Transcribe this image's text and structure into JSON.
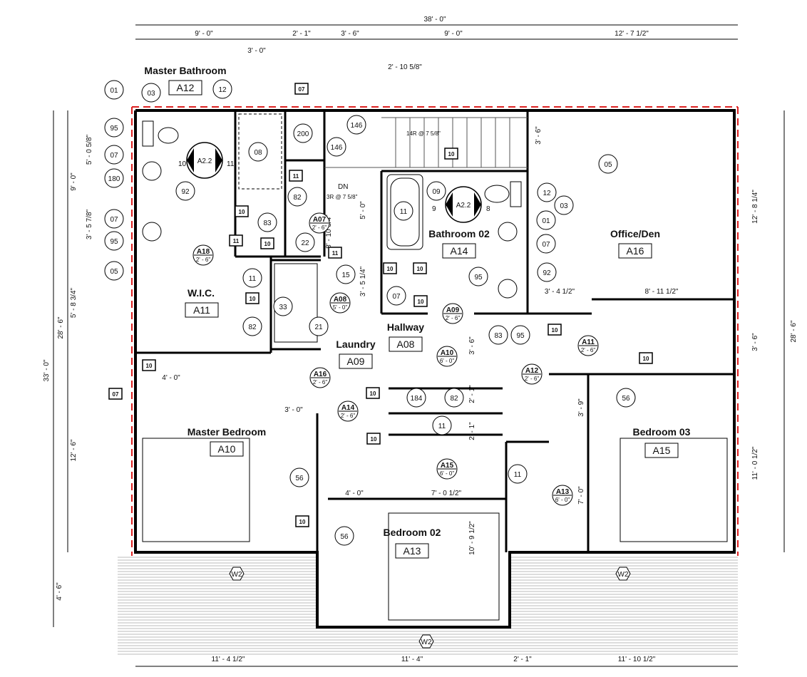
{
  "rooms": [
    {
      "name": "Master Bathroom",
      "code": "A12"
    },
    {
      "name": "W.I.C.",
      "code": "A11"
    },
    {
      "name": "Laundry",
      "code": "A09"
    },
    {
      "name": "Hallway",
      "code": "A08"
    },
    {
      "name": "Bathroom 02",
      "code": "A14"
    },
    {
      "name": "Office/Den",
      "code": "A16"
    },
    {
      "name": "Master Bedroom",
      "code": "A10"
    },
    {
      "name": "Bedroom 02",
      "code": "A13"
    },
    {
      "name": "Bedroom 03",
      "code": "A15"
    }
  ],
  "dims_top": {
    "overall": "38' - 0\"",
    "seg1": "9' - 0\"",
    "seg2": "2' - 1\"",
    "seg3": "3' - 6\"",
    "seg4": "9' - 0\"",
    "seg5": "12' - 7 1/2\"",
    "a": "3' - 0\"",
    "b": "2' - 10 5/8\""
  },
  "dims_bottom": {
    "seg1": "11' - 4 1/2\"",
    "seg2": "11' - 4\"",
    "seg3": "2' - 1\"",
    "seg4": "11' - 10 1/2\""
  },
  "dims_left": {
    "overall": "33' - 0\"",
    "a": "28' - 6\"",
    "b": "9' - 0\"",
    "c": "5' - 0 5/8\"",
    "d": "3' - 5 7/8\"",
    "e": "5' - 8 3/4\"",
    "f": "12' - 6\"",
    "g": "4' - 6\""
  },
  "dims_right": {
    "a": "28' - 6\"",
    "b": "12' - 8 1/4\"",
    "c": "3' - 6\"",
    "d": "11' - 0 1/2\""
  },
  "dims_interior": {
    "i1": "4' - 0\"",
    "i2": "3' - 0\"",
    "i3": "8' - 10 3/4\"",
    "i4": "5' - 0\"",
    "i5": "3' - 5 1/4\"",
    "i6": "3' - 6\"",
    "i7": "3' - 4 1/2\"",
    "i8": "8' - 11 1/2\"",
    "i9": "3' - 6\"",
    "i10": "3' - 9\"",
    "i11": "2' - 1\"",
    "i12": "2' - 1\"",
    "i13": "4' - 0\"",
    "i14": "7' - 0 1/2\"",
    "i15": "10' - 9 1/2\"",
    "i16": "7' - 0\"",
    "stairs": "14R @ 7 5/8\"",
    "stairs2": "3R @ 7 5/8\"",
    "dn": "DN"
  },
  "doors": [
    {
      "code": "A18",
      "size": "2' - 6\""
    },
    {
      "code": "A07",
      "size": "2' - 6\""
    },
    {
      "code": "A08",
      "size": "5' - 0\""
    },
    {
      "code": "A09",
      "size": "2' - 6\""
    },
    {
      "code": "A10",
      "size": "6' - 0\""
    },
    {
      "code": "A11",
      "size": "2' - 6\""
    },
    {
      "code": "A12",
      "size": "2' - 6\""
    },
    {
      "code": "A16",
      "size": "2' - 6\""
    },
    {
      "code": "A14",
      "size": "2' - 6\""
    },
    {
      "code": "A15",
      "size": "6' - 0\""
    },
    {
      "code": "A13",
      "size": "6' - 0\""
    }
  ],
  "views": [
    {
      "code": "A2.2",
      "left": "10",
      "right": "11"
    },
    {
      "code": "A2.2",
      "left": "9",
      "right": "8"
    }
  ],
  "windows": [
    "W2",
    "W2",
    "W2"
  ],
  "keynotes": [
    "01",
    "03",
    "12",
    "95",
    "07",
    "180",
    "92",
    "07",
    "95",
    "05",
    "08",
    "200",
    "146",
    "146",
    "82",
    "83",
    "22",
    "15",
    "33",
    "21",
    "11",
    "82",
    "11",
    "09",
    "12",
    "03",
    "01",
    "95",
    "07",
    "92",
    "07",
    "83",
    "95",
    "05",
    "184",
    "82",
    "11",
    "11",
    "56",
    "56",
    "56",
    "11"
  ],
  "wall_tags": [
    "07",
    "10",
    "11",
    "10",
    "10",
    "11",
    "10",
    "10",
    "11",
    "10",
    "10",
    "10",
    "10",
    "10",
    "10",
    "10",
    "07",
    "10"
  ]
}
